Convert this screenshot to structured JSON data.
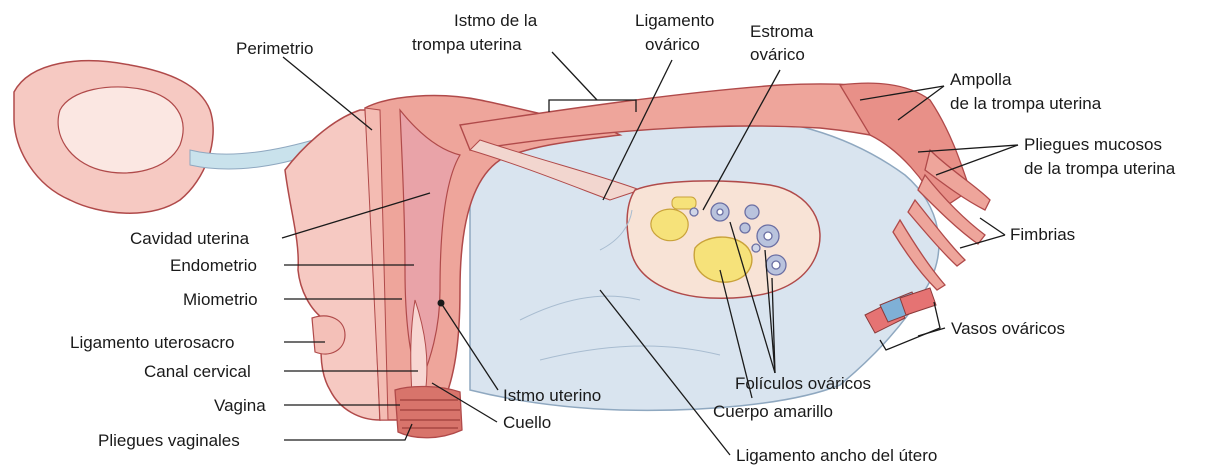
{
  "labels": {
    "istmo_trompa": [
      "Istmo de la",
      "trompa uterina"
    ],
    "ligamento_ovarico": [
      "Ligamento",
      "ovárico"
    ],
    "estroma_ovarico": [
      "Estroma",
      "ovárico"
    ],
    "perimetrio": "Perimetrio",
    "ampolla": [
      "Ampolla",
      "de la trompa uterina"
    ],
    "pliegues_mucosos": [
      "Pliegues mucosos",
      "de la trompa uterina"
    ],
    "fimbrias": "Fimbrias",
    "cavidad_uterina": "Cavidad uterina",
    "endometrio": "Endometrio",
    "miometrio": "Miometrio",
    "ligamento_uterosacro": "Ligamento uterosacro",
    "canal_cervical": "Canal cervical",
    "vagina": "Vagina",
    "pliegues_vaginales": "Pliegues vaginales",
    "istmo_uterino": "Istmo uterino",
    "cuello": "Cuello",
    "cuerpo_amarillo": "Cuerpo amarillo",
    "foliculos_ovaricos": "Folículos ováricos",
    "vasos_ovaricos": "Vasos ováricos",
    "ligamento_ancho": "Ligamento ancho del útero"
  },
  "colors": {
    "tissue_light": "#f6c9c2",
    "tissue_mid": "#eea59b",
    "tissue_dark": "#d8746b",
    "cavity": "#e9a3a8",
    "ligament": "#d9e4ef",
    "ovary": "#f8e3d6",
    "corpus": "#f6e27a",
    "follicle": "#b9c3dd",
    "vessel_red": "#e57373",
    "vessel_blue": "#7fb0d6",
    "outline": "#b04a4a",
    "text": "#1a1a1a"
  }
}
